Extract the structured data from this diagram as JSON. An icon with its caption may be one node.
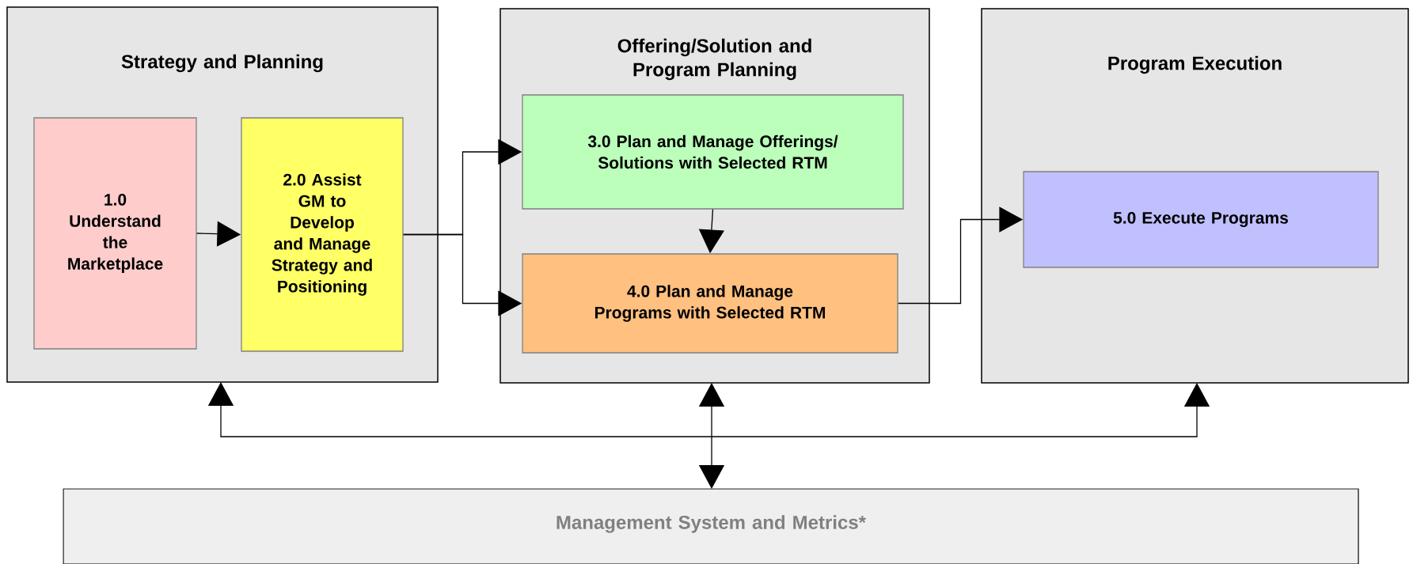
{
  "diagram": {
    "nodes": [
      {
        "text": [
          "Strategy and Planning"
        ]
      },
      {
        "text": [
          "1.0 Understand the Marketplace"
        ],
        "in": 0
      },
      {
        "text": [
          "2.0 Assist GM to Develop and Manage Strategy and Positioning"
        ],
        "in": 0
      },
      {
        "text": [
          "Offering/Solution and Program Planning"
        ]
      },
      {
        "text": [
          "3.0  Plan and Manage Offerings/ Solutions with Selected RTM"
        ],
        "in": 3
      },
      {
        "text": [
          "4.0 Plan and Manage Programs with Selected RTM"
        ],
        "in": 3
      },
      {
        "text": [
          "Program Execution"
        ]
      },
      {
        "text": [
          "5.0  Execute Programs"
        ],
        "in": 6
      },
      {
        "text": [
          "Management System and Metrics*"
        ]
      }
    ],
    "edges": [
      {
        "from": 1,
        "to": 2,
        "arrow": "to"
      },
      {
        "from": 2,
        "to": 4,
        "arrow": "to"
      },
      {
        "from": 2,
        "to": 5,
        "arrow": "to"
      },
      {
        "from": 4,
        "to": 5,
        "arrow": "to"
      },
      {
        "from": 5,
        "to": 7,
        "arrow": "to"
      },
      {
        "from": 8,
        "to": 0,
        "arrow": "to"
      },
      {
        "from": 8,
        "to": 3,
        "arrow": "both"
      },
      {
        "from": 8,
        "to": 6,
        "arrow": "to"
      }
    ]
  }
}
